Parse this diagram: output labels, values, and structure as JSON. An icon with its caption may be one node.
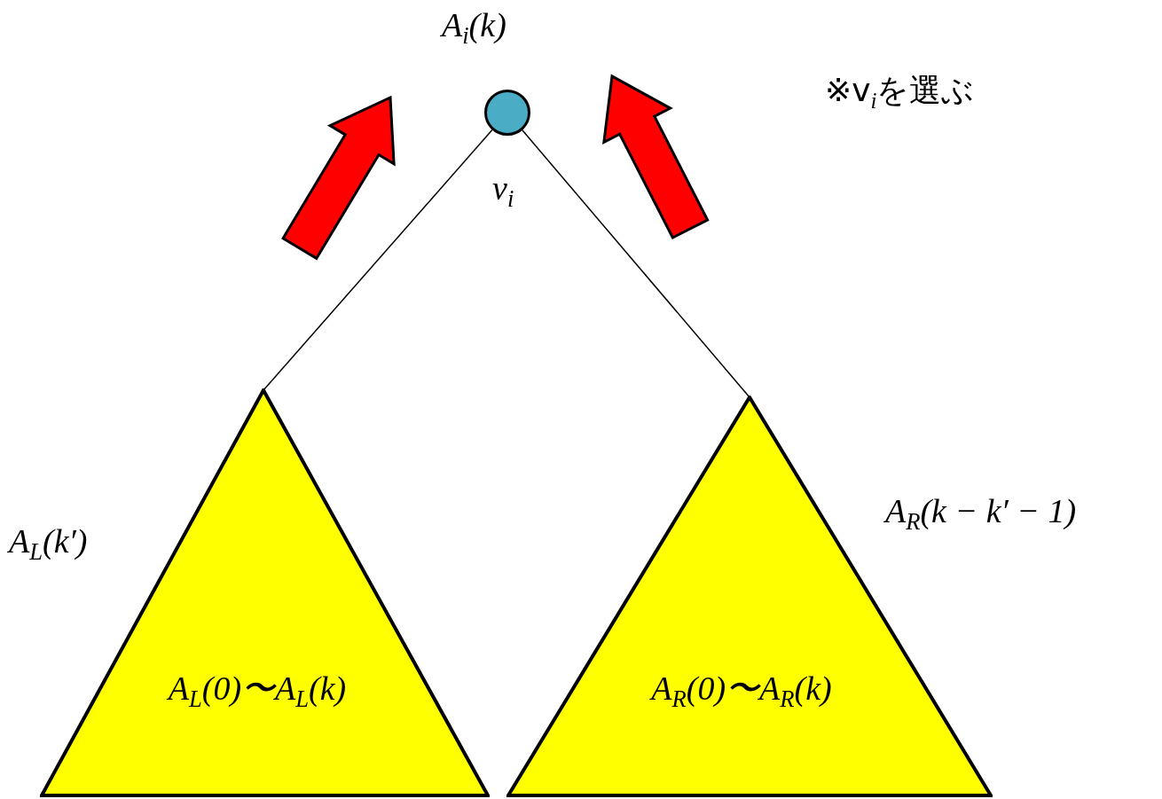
{
  "diagram": {
    "nodes": [
      {
        "text": [],
        "shape": "circle",
        "beside": [
          "A$_{i}$(k)",
          "v$_{i}$"
        ]
      },
      {
        "text": [
          "A$_{L}$(0)〜A$_{L}$(k)"
        ],
        "beside": [
          "A$_{L}$(k′)"
        ]
      },
      {
        "text": [
          "A$_{R}$(0)〜A$_{R}$(k)"
        ],
        "beside": [
          "A$_{R}$(k − k′ − 1)"
        ]
      }
    ],
    "edges": [
      {
        "from": 0,
        "to": 1,
        "arrow": "none"
      },
      {
        "from": 0,
        "to": 2,
        "arrow": "none"
      }
    ],
    "labels": [
      "※v$_{i}$を選ぶ"
    ]
  }
}
